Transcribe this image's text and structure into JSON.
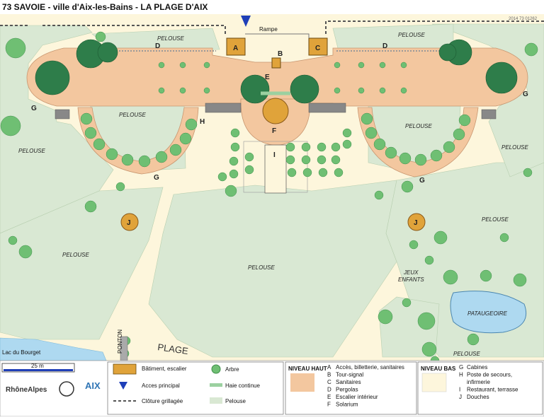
{
  "header": {
    "title": "73 SAVOIE  -  ville d'Aix-les-Bains  -  LA PLAGE D'AIX",
    "code": "2014 73 01262"
  },
  "map": {
    "rampe_label": "Rampe",
    "pelouse": "PELOUSE",
    "lac": "Lac du Bourget",
    "ponton": "PONTON",
    "plage": "PLAGE",
    "jeux_line1": "JEUX",
    "jeux_line2": "ENFANTS",
    "pataugeoire": "PATAUGEOIRE",
    "building_letters": [
      "A",
      "B",
      "C"
    ],
    "feature_letters": {
      "D": "D",
      "E": "E",
      "F": "F",
      "G": "G",
      "H": "H",
      "I": "I",
      "J": "J"
    }
  },
  "scale": {
    "label": "25 m"
  },
  "logos": {
    "rhone": "RhôneAlpes",
    "aix": "AIX"
  },
  "legend": {
    "symbols": {
      "batiment": "Bâtiment, escalier",
      "acces": "Acces principal",
      "cloture": "Clôture grillagée",
      "arbre": "Arbre",
      "haie": "Haie continue",
      "pelouse": "Pelouse"
    },
    "niveau_haut": {
      "title": "NIVEAU HAUT",
      "items": [
        {
          "key": "A",
          "text": "Accès, billetterie, sanitaires"
        },
        {
          "key": "B",
          "text": "Tour-signal"
        },
        {
          "key": "C",
          "text": "Sanitaires"
        },
        {
          "key": "D",
          "text": "Pergolas"
        },
        {
          "key": "E",
          "text": "Escalier intérieur"
        },
        {
          "key": "F",
          "text": "Solarium"
        }
      ]
    },
    "niveau_bas": {
      "title": "NIVEAU BAS",
      "items": [
        {
          "key": "G",
          "text": "Cabines"
        },
        {
          "key": "H",
          "text": "Poste de secours,"
        },
        {
          "key": "",
          "text": "infirmerie"
        },
        {
          "key": "I",
          "text": "Restaurant, terrasse"
        },
        {
          "key": "J",
          "text": "Douches"
        }
      ]
    }
  },
  "colors": {
    "grass": "#d9e8d3",
    "sand": "#fdf6dc",
    "upper_level": "#f3c79f",
    "tree": "#6fbf73",
    "big_tree": "#2e7d4a",
    "building": "#e0a33a",
    "water": "#aed9f0",
    "access": "#1f3fb8"
  }
}
